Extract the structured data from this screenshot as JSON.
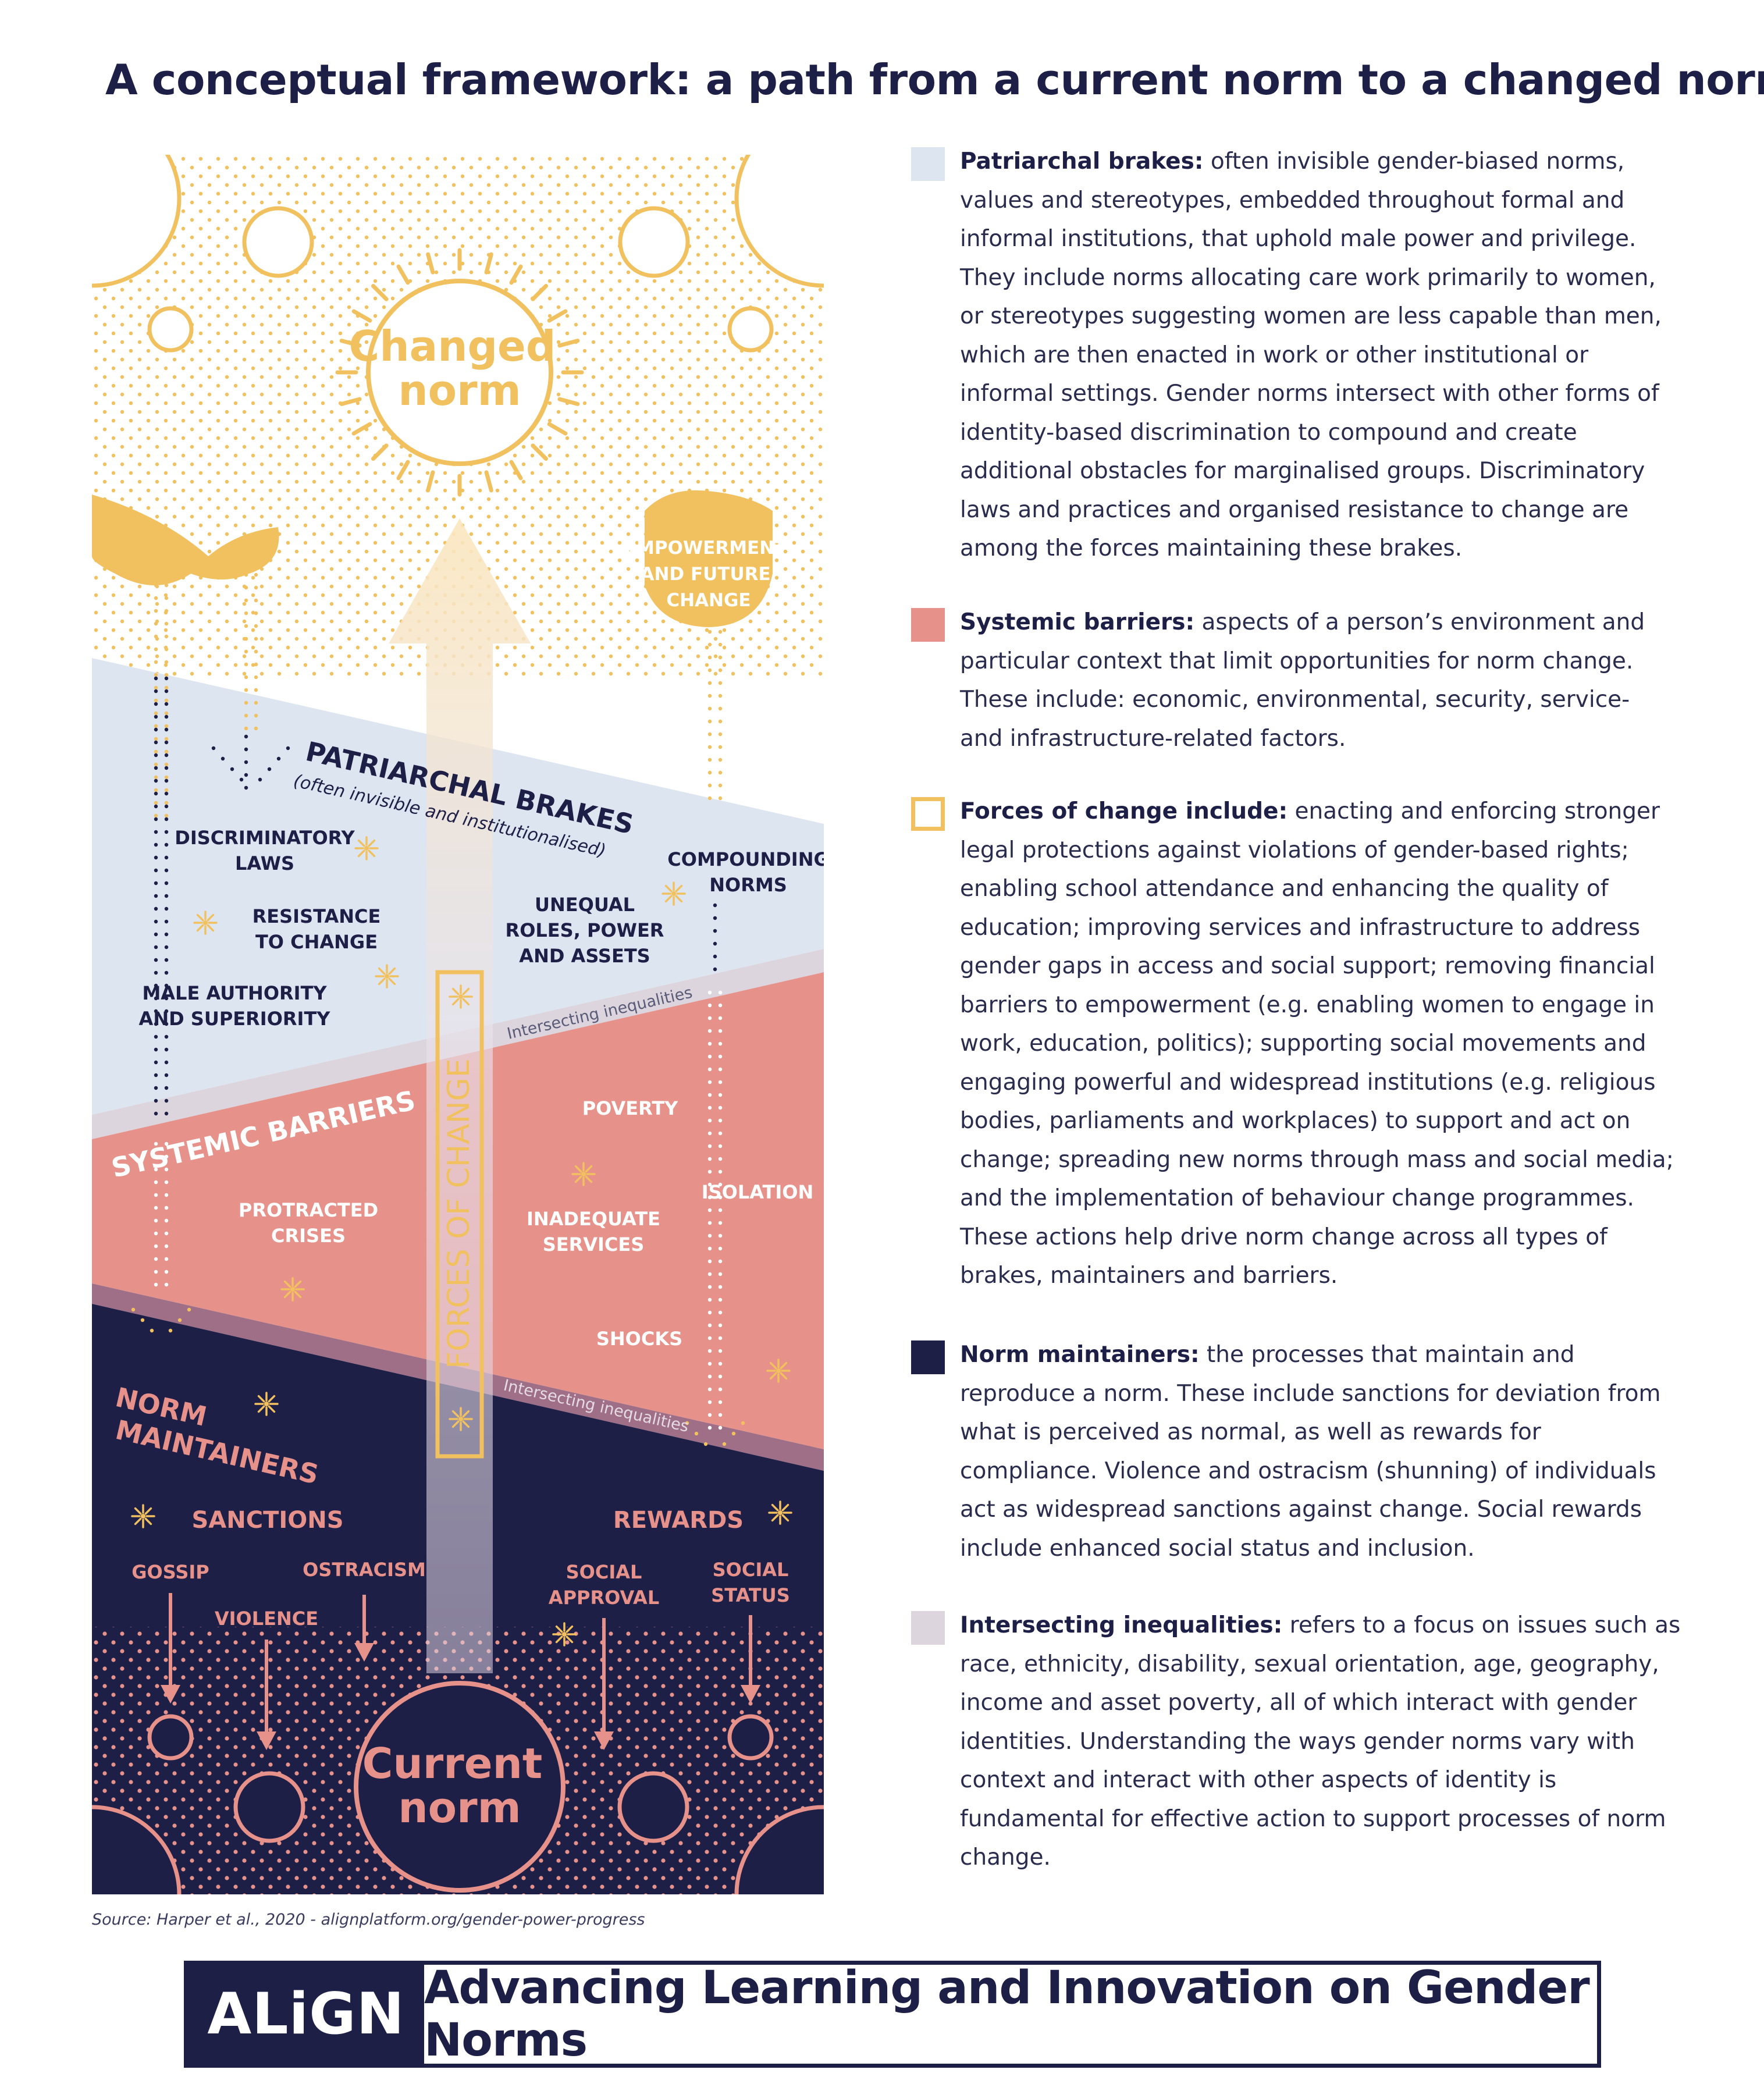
{
  "title": "A conceptual framework: a path from a current norm to a changed norm",
  "diagram": {
    "changed_norm": [
      "Changed",
      "norm"
    ],
    "current_norm": [
      "Current",
      "norm"
    ],
    "empowerment": [
      "EMPOWERMENT",
      "AND FUTURE",
      "CHANGE"
    ],
    "forces_of_change": "FORCES OF CHANGE",
    "patriarchal_brakes": {
      "heading": "PATRIARCHAL BRAKES",
      "subheading": "(often invisible and institutionalised)",
      "items": [
        [
          "DISCRIMINATORY",
          "LAWS"
        ],
        [
          "RESISTANCE",
          "TO CHANGE"
        ],
        [
          "MALE AUTHORITY",
          "AND SUPERIORITY"
        ],
        [
          "UNEQUAL",
          "ROLES, POWER",
          "AND ASSETS"
        ],
        [
          "COMPOUNDING",
          "NORMS"
        ]
      ]
    },
    "intersecting_inequalities": "Intersecting inequalities",
    "systemic_barriers": {
      "heading": "SYSTEMIC BARRIERS",
      "items": [
        [
          "POVERTY"
        ],
        [
          "PROTRACTED",
          "CRISES"
        ],
        [
          "INADEQUATE",
          "SERVICES"
        ],
        [
          "ISOLATION"
        ],
        [
          "SHOCKS"
        ]
      ]
    },
    "norm_maintainers": {
      "heading": [
        "NORM",
        "MAINTAINERS"
      ],
      "sanctions": "SANCTIONS",
      "rewards": "REWARDS",
      "sanction_items": [
        [
          "GOSSIP"
        ],
        [
          "VIOLENCE"
        ],
        [
          "OSTRACISM"
        ]
      ],
      "reward_items": [
        [
          "SOCIAL",
          "APPROVAL"
        ],
        [
          "SOCIAL",
          "STATUS"
        ]
      ]
    }
  },
  "source": "Source: Harper et al., 2020 - alignplatform.org/gender-power-progress",
  "legend": [
    {
      "color": "#dde6f0",
      "style": "fill",
      "term": "Patriarchal brakes:",
      "lines": [
        "often invisible gender-biased norms,",
        "values and stereotypes, embedded throughout formal and",
        "informal institutions, that uphold male power and privilege.",
        "They include norms allocating care work primarily to women,",
        "or stereotypes suggesting women are less capable than men,",
        "which are then enacted in work or other institutional or",
        "informal settings. Gender norms intersect with other forms of",
        "identity-based discrimination to compound and create",
        "additional obstacles for marginalised groups. Discriminatory",
        "laws and practices and organised resistance to change are",
        "among the forces maintaining these brakes."
      ]
    },
    {
      "color": "#e69189",
      "style": "fill",
      "term": "Systemic barriers:",
      "lines": [
        "aspects of a person’s environment and",
        "particular context that limit opportunities for norm change.",
        "These include: economic, environmental, security, service-",
        "and infrastructure-related factors."
      ]
    },
    {
      "color": "#f2c15f",
      "style": "outline",
      "term": "Forces of change include:",
      "lines": [
        "enacting and enforcing stronger",
        "legal protections against violations of gender-based rights;",
        "enabling school attendance and enhancing the quality of",
        "education; improving services and infrastructure to address",
        "gender gaps in access and social support; removing financial",
        "barriers to empowerment (e.g. enabling women to engage in",
        "work, education, politics); supporting social movements and",
        "engaging powerful and widespread institutions (e.g. religious",
        "bodies, parliaments and workplaces) to support and act on",
        "change; spreading new norms through mass and social media;",
        "and the implementation of behaviour change programmes.",
        "These actions help drive norm change across all types of",
        "brakes, maintainers and barriers."
      ]
    },
    {
      "color": "#1e1f47",
      "style": "fill",
      "term": "Norm maintainers:",
      "lines": [
        "the processes that maintain and",
        "reproduce a norm. These include sanctions for deviation from",
        "what is perceived as normal, as well as rewards for",
        "compliance. Violence and ostracism (shunning) of individuals",
        "act as widespread sanctions against change. Social rewards",
        "include enhanced social status and inclusion."
      ]
    },
    {
      "color": "#dcd5dd",
      "style": "fill",
      "term": "Intersecting inequalities:",
      "lines": [
        "refers to a focus on issues such as",
        "race, ethnicity, disability, sexual orientation, age, geography,",
        "income and asset poverty, all of which interact with gender",
        "identities. Understanding the ways gender norms vary with",
        "context and interact with other aspects of identity is",
        "fundamental for effective action to support processes of norm",
        "change."
      ]
    }
  ],
  "footer": {
    "brand": "ALiGN",
    "tagline": "Advancing Learning and Innovation on Gender Norms"
  }
}
